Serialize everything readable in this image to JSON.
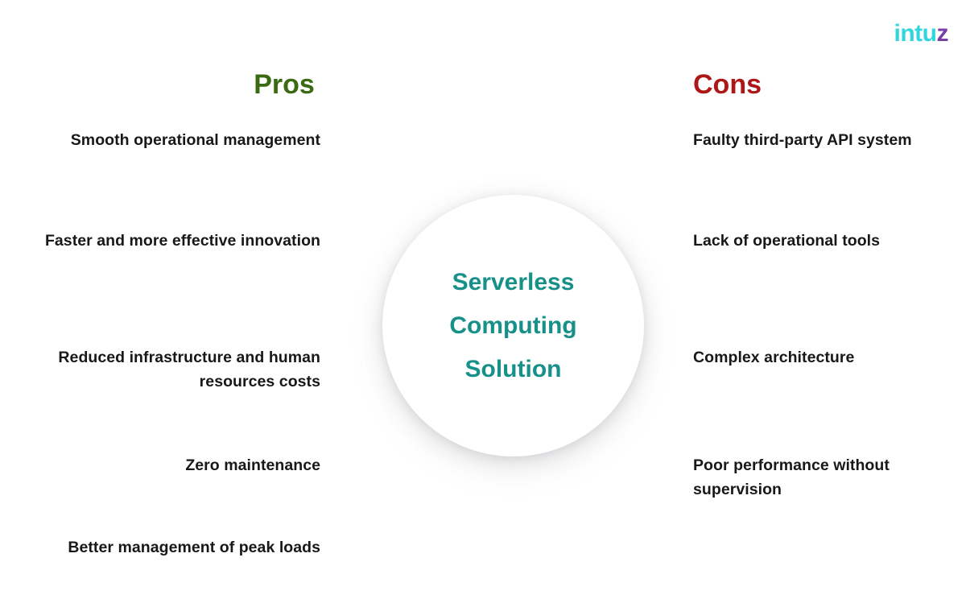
{
  "logo": {
    "main_text": "intu",
    "accent_text": "z",
    "main_color": "#2fd6dd",
    "accent_color": "#7a3fa3"
  },
  "headings": {
    "pros": "Pros",
    "cons": "Cons",
    "pros_color": "#3a6b12",
    "cons_color": "#ae1717"
  },
  "center": {
    "lines": [
      "Serverless",
      "Computing",
      "Solution"
    ],
    "color": "#17908a",
    "background": "#ffffff"
  },
  "pros_items": [
    "Smooth operational management",
    "Faster and more effective innovation",
    "Reduced infrastructure and human resources costs",
    "Zero maintenance",
    "Better management of peak loads"
  ],
  "cons_items": [
    "Faulty third-party API system",
    "Lack of operational tools",
    "Complex architecture",
    "Poor performance without supervision"
  ],
  "page": {
    "background": "#ffffff",
    "text_color": "#18181b"
  }
}
